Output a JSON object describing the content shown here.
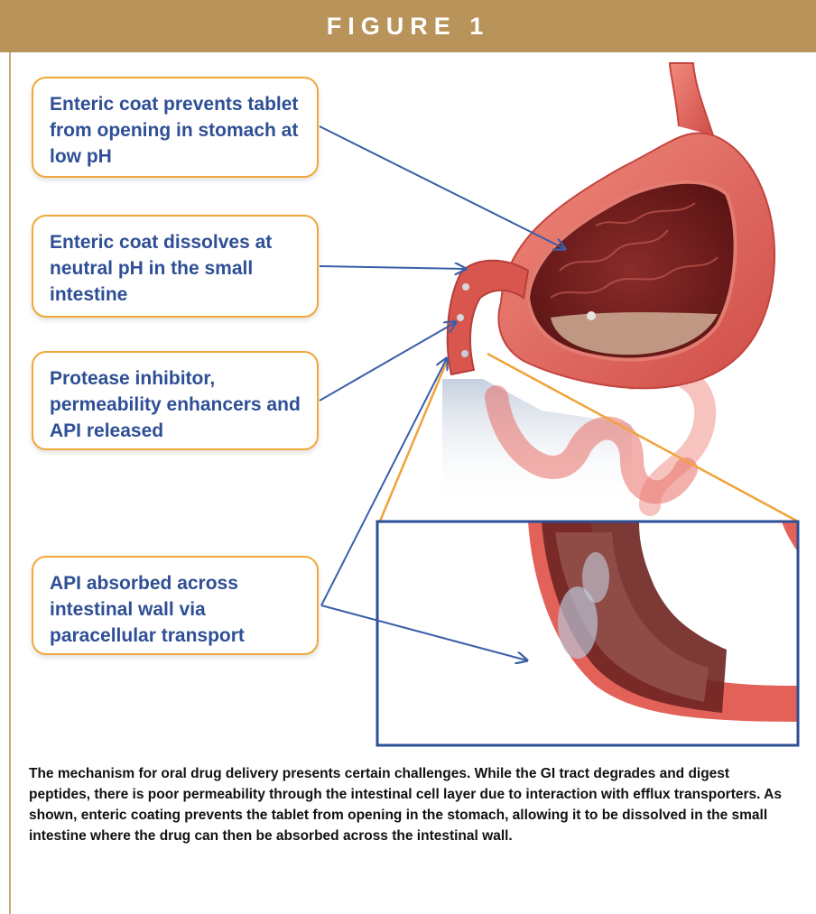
{
  "header": {
    "title": "FIGURE 1"
  },
  "callouts": [
    {
      "text": "Enteric coat prevents tablet from opening in stomach at low pH"
    },
    {
      "text": "Enteric coat dissolves at neutral pH in the small intestine"
    },
    {
      "text": "Protease inhibitor, permeability enhancers and API released"
    },
    {
      "text": "API absorbed across intestinal wall via paracellular transport"
    }
  ],
  "caption": "The mechanism for oral drug delivery presents certain challenges. While the GI tract degrades and digest peptides, there is poor permeability through the intestinal cell layer due to interaction with efflux transporters. As shown, enteric coating prevents the tablet from opening in the stomach, allowing it to be dissolved in the small intestine where the drug can then be absorbed across the intestinal wall.",
  "colors": {
    "header_bg": "#b8935a",
    "callout_border": "#f0a83a",
    "callout_text": "#2e4f95",
    "arrow": "#3a5fa8",
    "inset_border": "#2c4f95",
    "zoom_line": "#f0a33a",
    "tissue": "#e0605a"
  }
}
